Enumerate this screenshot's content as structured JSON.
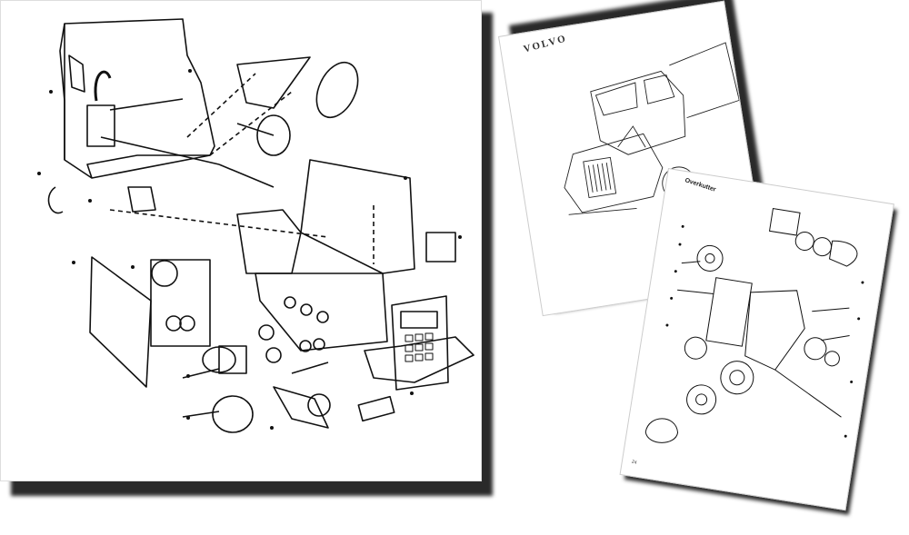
{
  "sheets": [
    {
      "id": "left-exploded-diagram"
    },
    {
      "id": "volvo-truck-page",
      "brand_text": "VOLVO"
    },
    {
      "id": "overkutter-parts-page",
      "heading": "Overkutter",
      "page_number": "24"
    }
  ],
  "colors": {
    "ink": "#111111",
    "paper": "#ffffff",
    "shadow": "#2a2a2a"
  }
}
